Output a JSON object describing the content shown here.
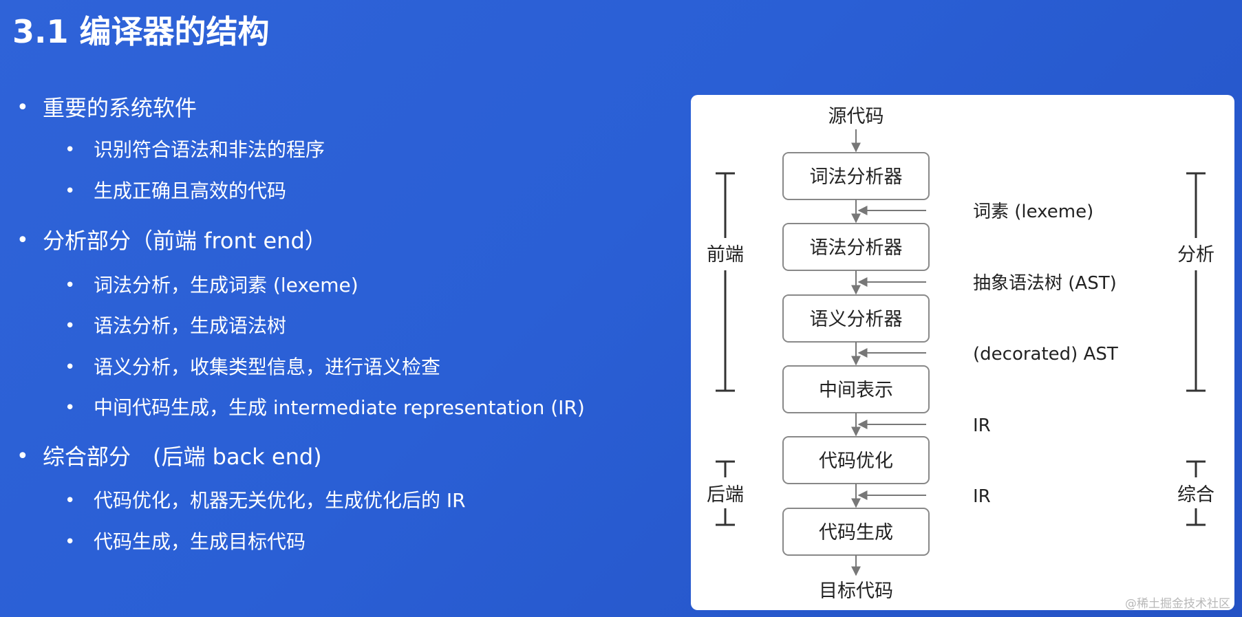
{
  "title": "3.1 编译器的结构",
  "bullets": [
    {
      "level": 1,
      "text": "重要的系统软件"
    },
    {
      "level": 2,
      "text": "识别符合语法和非法的程序"
    },
    {
      "level": 2,
      "text": "生成正确且高效的代码"
    },
    {
      "level": 1,
      "text": "分析部分（前端 front end）"
    },
    {
      "level": 2,
      "text": "词法分析，生成词素 (lexeme)"
    },
    {
      "level": 2,
      "text": "语法分析，生成语法树"
    },
    {
      "level": 2,
      "text": "语义分析，收集类型信息，进行语义检查"
    },
    {
      "level": 2,
      "text": "中间代码生成，生成 intermediate representation (IR)"
    },
    {
      "level": 1,
      "text": "综合部分　(后端 back end)"
    },
    {
      "level": 2,
      "text": "代码优化，机器无关优化，生成优化后的 IR"
    },
    {
      "level": 2,
      "text": "代码生成，生成目标代码"
    }
  ],
  "bullet_char": "•",
  "diagram": {
    "input_label": "源代码",
    "output_label": "目标代码",
    "stages": [
      "词法分析器",
      "语法分析器",
      "语义分析器",
      "中间表示",
      "代码优化",
      "代码生成"
    ],
    "outputs": [
      "词素 (lexeme)",
      "抽象语法树 (AST)",
      "(decorated) AST",
      "IR",
      "IR"
    ],
    "front_end_label": "前端",
    "back_end_label": "后端",
    "analysis_label": "分析",
    "synthesis_label": "综合"
  },
  "watermark": "@稀土掘金技术社区",
  "colors": {
    "background": "#2a5fd5",
    "panel": "#ffffff",
    "diagram_text": "#222222",
    "diagram_line": "#777777"
  }
}
